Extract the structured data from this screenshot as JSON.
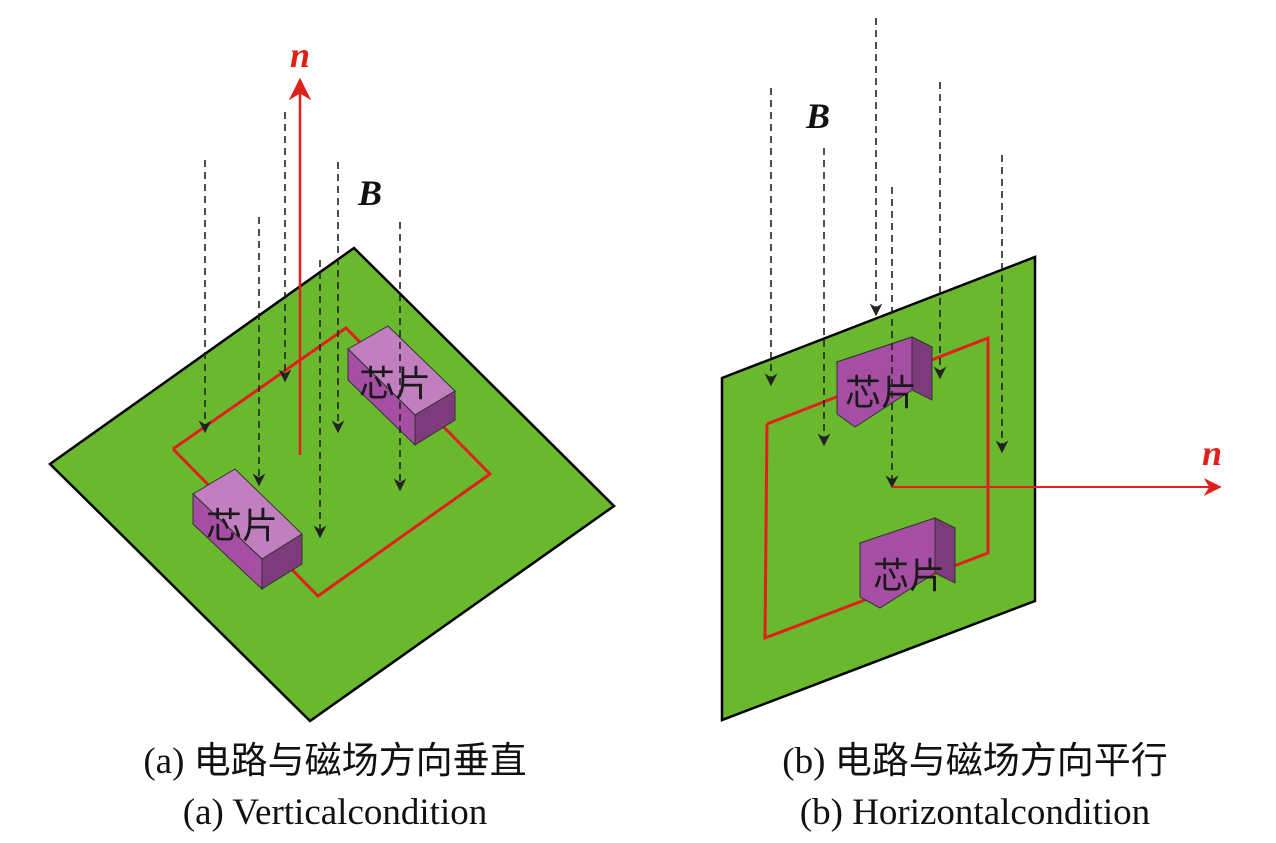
{
  "panels": [
    {
      "id": "a",
      "field_label": "B",
      "normal_label": "n",
      "chips": [
        {
          "text": "芯片"
        },
        {
          "text": "芯片"
        }
      ],
      "caption_zh": "(a) 电路与磁场方向垂直",
      "caption_en": "(a) Verticalcondition"
    },
    {
      "id": "b",
      "field_label": "B",
      "normal_label": "n",
      "chips": [
        {
          "text": "芯片"
        },
        {
          "text": "芯片"
        }
      ],
      "caption_zh": "(b) 电路与磁场方向平行",
      "caption_en": "(b) Horizontalcondition"
    }
  ],
  "colors": {
    "board": "#6ab82e",
    "board_outline": "#000000",
    "circuit": "#e0201c",
    "normal_vector": "#e0201c",
    "chip_front": "#a64ea3",
    "chip_top": "#c27fc0",
    "chip_side": "#7e3b7c",
    "field_line": "#222222"
  }
}
